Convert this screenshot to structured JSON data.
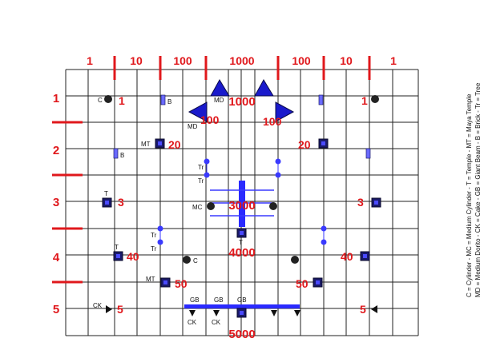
{
  "top_scale": [
    "1",
    "10",
    "100",
    "1000",
    "100",
    "10",
    "1"
  ],
  "rows": [
    "1",
    "2",
    "3",
    "4",
    "5"
  ],
  "legend": {
    "line1": "C = Cylinder - MC = Medium Cylinder - T = Temple - MT = Maya Temple",
    "line2": "MD = Medium Dorito - CK = Cake - GB = Giant Beam - B = Brick - Tr = Tree"
  },
  "points": {
    "r1_left": "1",
    "r1_right": "1",
    "r1_center": "1000",
    "r1_left_mid": "100",
    "r1_right_mid": "100",
    "r2_left": "20",
    "r2_right": "20",
    "r3_left": "3",
    "r3_right": "3",
    "r3_center": "3000",
    "r4_left": "40",
    "r4_right": "40",
    "r4_center": "4000",
    "r5_left": "50",
    "r5_right": "50",
    "r6_left": "5",
    "r6_right": "5",
    "r6_center": "5000"
  },
  "labels": {
    "c": "C",
    "b": "B",
    "md": "MD",
    "mt": "MT",
    "t": "T",
    "tr": "Tr",
    "mc": "MC",
    "ck": "CK",
    "gb": "GB"
  },
  "colors": {
    "grid": "#222222",
    "red": "#e0181c",
    "blue": "#1a1acc",
    "navy": "#1a1a6b"
  }
}
